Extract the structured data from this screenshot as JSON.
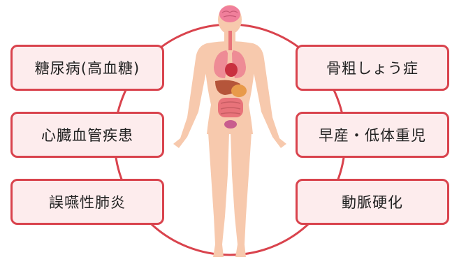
{
  "diseases_left": [
    "糖尿病(高血糖)",
    "心臓血管疾患",
    "誤嚥性肺炎"
  ],
  "diseases_right": [
    "骨粗しょう症",
    "早産・低体重児",
    "動脈硬化"
  ],
  "colors": {
    "accent": "#d9434d",
    "box_fill": "#fdeced",
    "skin": "#f7c9ad",
    "brain": "#f07f9b",
    "organs": "#e8737a"
  },
  "icons": [
    "human-body-organs-illustration"
  ]
}
